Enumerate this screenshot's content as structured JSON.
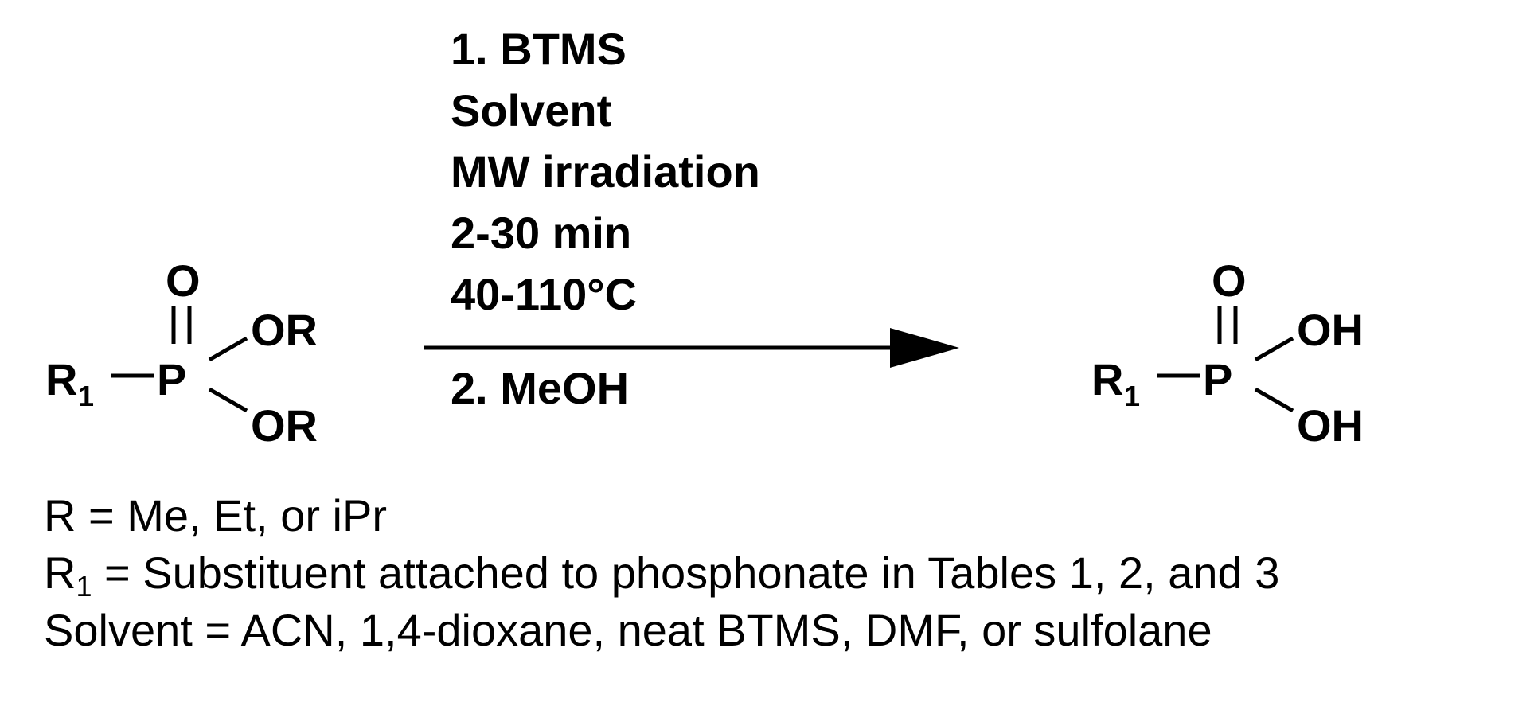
{
  "conditions": {
    "step1_lines": [
      "1. BTMS",
      "Solvent",
      "MW irradiation",
      "2-30 min",
      "40-110°C"
    ],
    "step2": "2. MeOH"
  },
  "reactant": {
    "r1": "R",
    "r1_sub": "1",
    "phosphorus": "P",
    "oxygen": "O",
    "upper_group": "OR",
    "lower_group": "OR"
  },
  "product": {
    "r1": "R",
    "r1_sub": "1",
    "phosphorus": "P",
    "oxygen": "O",
    "upper_group": "OH",
    "lower_group": "OH"
  },
  "legend": {
    "line1": "R = Me, Et, or iPr",
    "line2_prefix": "R",
    "line2_sub": "1",
    "line2_rest": " = Substituent attached to phosphonate in Tables 1, 2, and 3",
    "line3": "Solvent = ACN, 1,4-dioxane, neat BTMS, DMF, or sulfolane"
  }
}
